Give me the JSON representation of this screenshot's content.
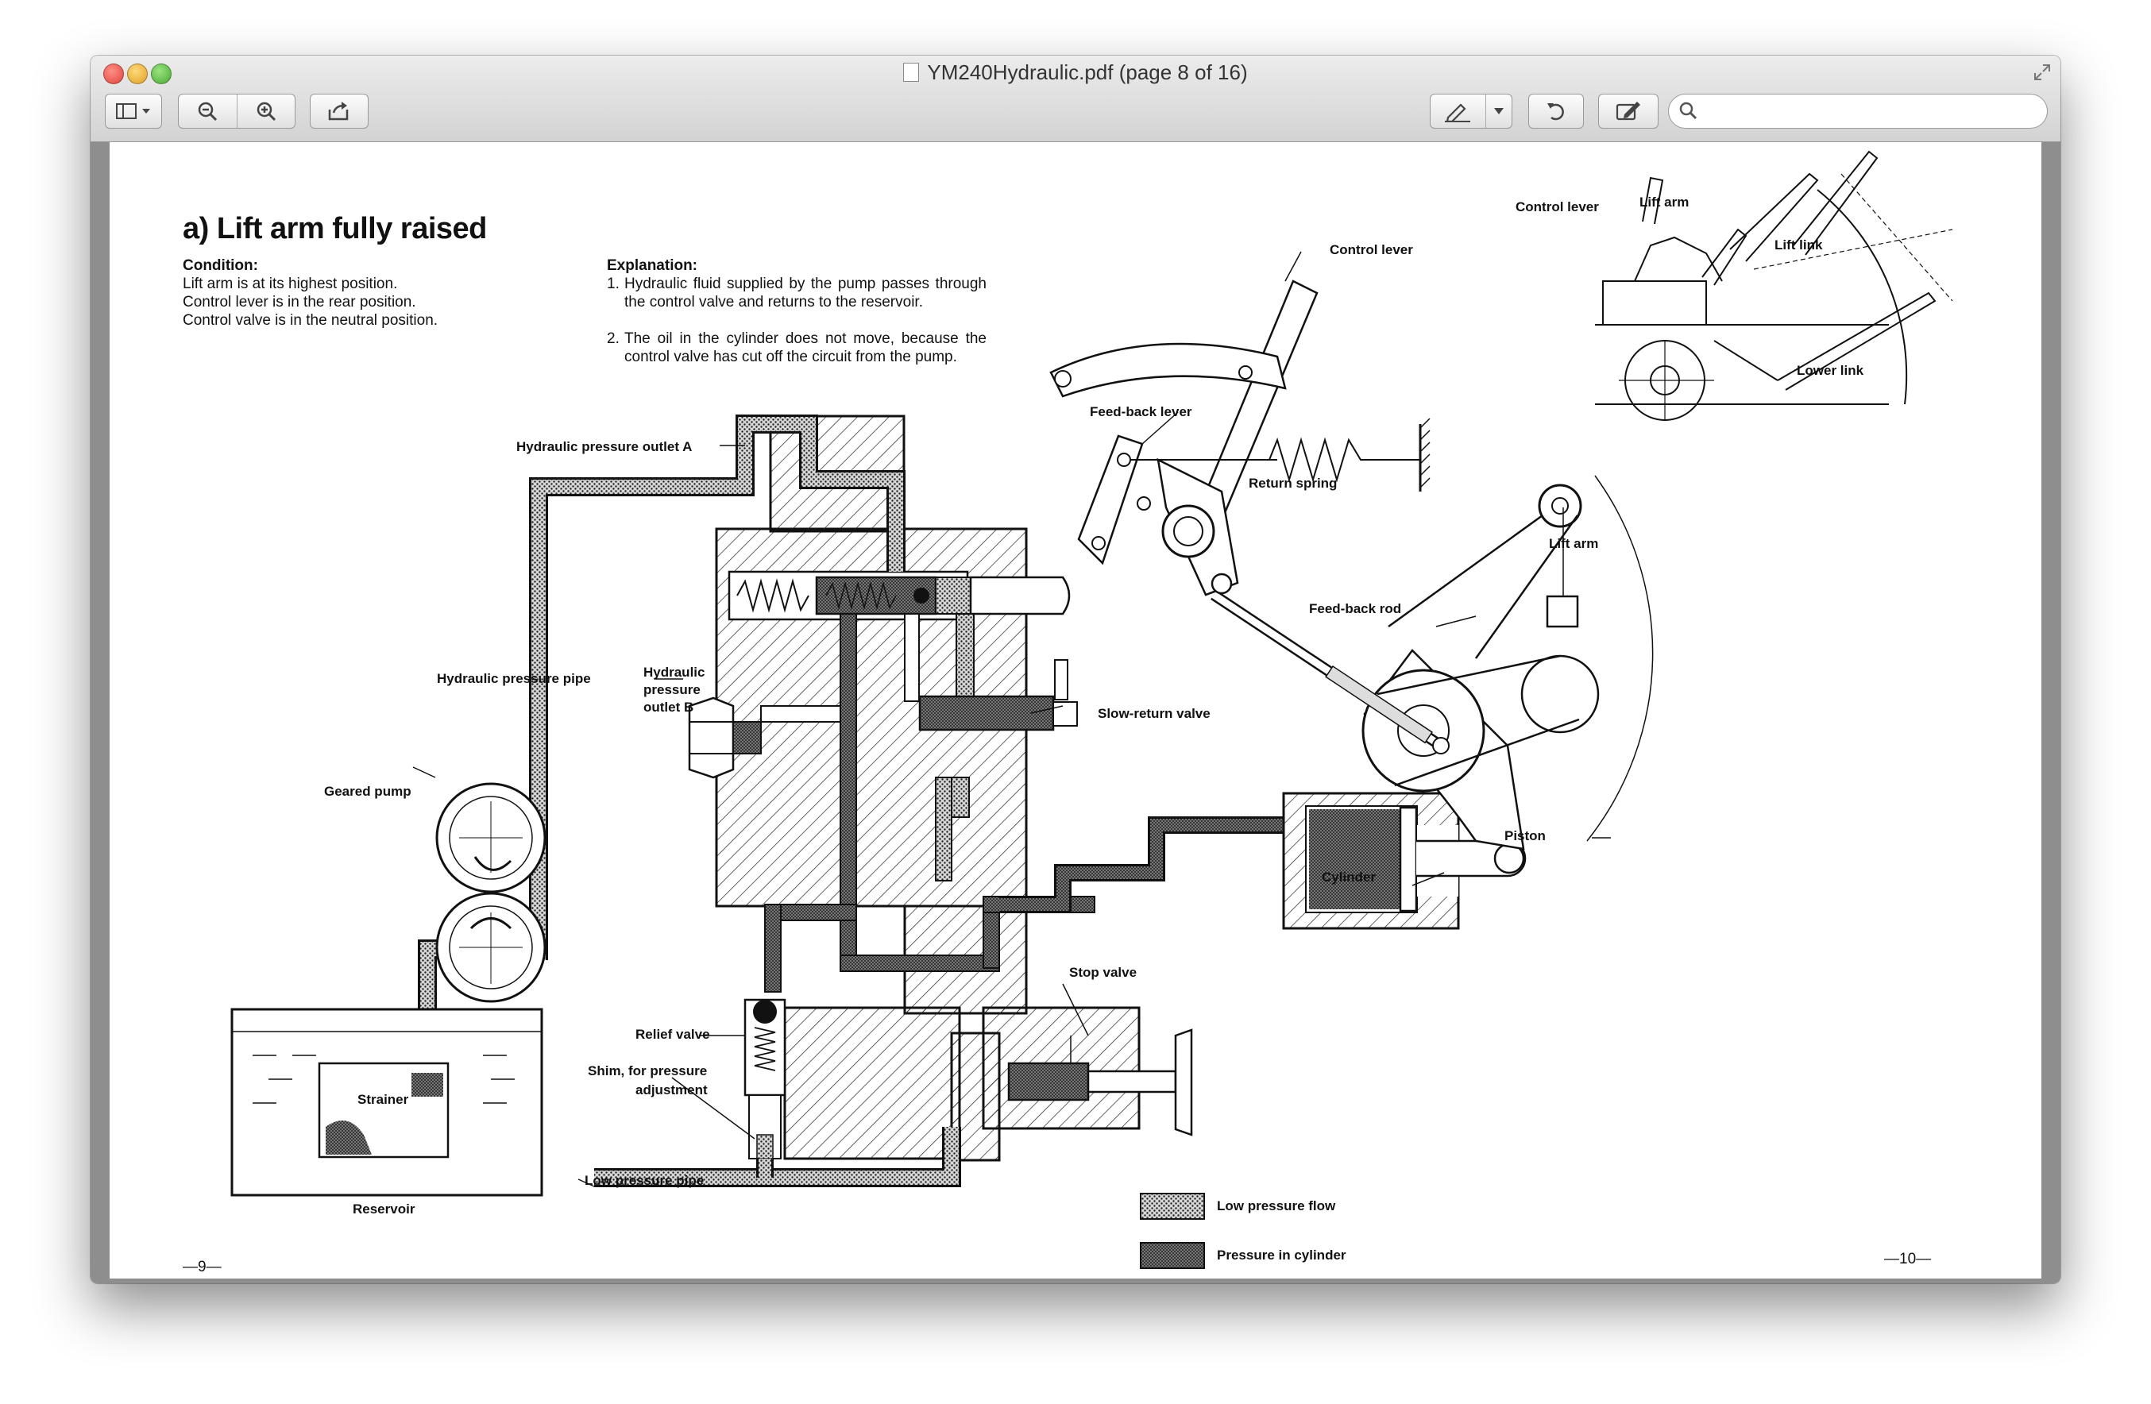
{
  "window": {
    "title": "YM240Hydraulic.pdf (page 8 of 16)"
  },
  "toolbar": {
    "sidebar_icon": "sidebar-icon",
    "zoom_out_icon": "zoom-out-icon",
    "zoom_in_icon": "zoom-in-icon",
    "share_icon": "share-icon",
    "annotate_icon": "pen-icon",
    "rotate_icon": "rotate-icon",
    "edit_icon": "edit-icon",
    "search": {
      "value": "",
      "placeholder": ""
    }
  },
  "page": {
    "heading": "a) Lift arm fully raised",
    "condition": {
      "title": "Condition:",
      "lines": [
        "Lift arm is at its highest position.",
        "Control lever is in the rear position.",
        "Control valve is in the neutral position."
      ]
    },
    "explanation": {
      "title": "Explanation:",
      "items": [
        {
          "num": "1.",
          "text": "Hydraulic fluid supplied by the pump passes through the control valve and returns to the reservoir."
        },
        {
          "num": "2.",
          "text": "The oil in the cylinder does not move, because the control valve has cut off the circuit from the pump."
        }
      ]
    },
    "labels": {
      "hyd_outlet_a": "Hydraulic pressure outlet A",
      "hyd_pipe": "Hydraulic pressure pipe",
      "hyd_outlet_b_1": "Hydraulic",
      "hyd_outlet_b_2": "pressure",
      "hyd_outlet_b_3": "outlet B",
      "geared_pump": "Geared pump",
      "strainer": "Strainer",
      "reservoir": "Reservoir",
      "low_pressure_pipe": "Low pressure pipe",
      "relief_valve": "Relief valve",
      "shim_1": "Shim, for pressure",
      "shim_2": "adjustment",
      "slow_return_valve": "Slow-return valve",
      "stop_valve": "Stop valve",
      "control_lever": "Control lever",
      "feedback_lever": "Feed-back lever",
      "return_spring": "Return spring",
      "feedback_rod": "Feed-back rod",
      "lift_arm": "Lift arm",
      "piston": "Piston",
      "cylinder": "Cylinder",
      "inset_control_lever": "Control lever",
      "inset_lift_arm": "Lift arm",
      "inset_lift_link": "Lift link",
      "inset_lower_link": "Lower link"
    },
    "legend": {
      "low_pressure_flow": "Low pressure flow",
      "pressure_in_cylinder": "Pressure in cylinder"
    },
    "page_numbers": {
      "left": "—9—",
      "right": "—10—"
    }
  }
}
